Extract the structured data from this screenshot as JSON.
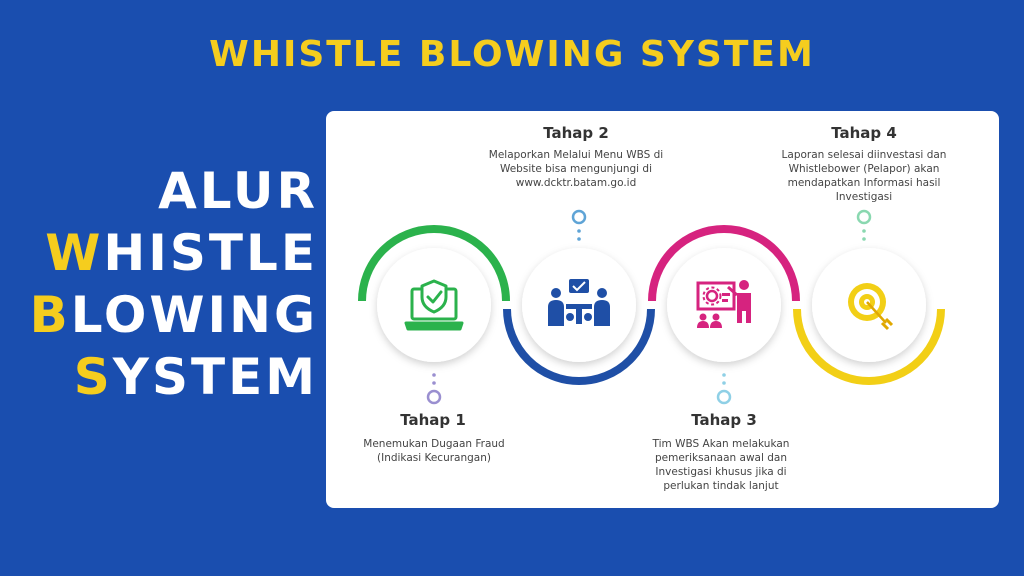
{
  "header": {
    "title": "WHISTLE BLOWING SYSTEM"
  },
  "side_title": {
    "lines": [
      {
        "first": "",
        "rest": "ALUR"
      },
      {
        "first": "W",
        "rest": "HISTLE"
      },
      {
        "first": "B",
        "rest": "LOWING"
      },
      {
        "first": "S",
        "rest": "YSTEM"
      }
    ]
  },
  "steps": [
    {
      "heading": "Tahap 1",
      "lines": [
        "Menemukan Dugaan Fraud",
        "(Indikasi Kecurangan)"
      ],
      "color": "#2bb24c",
      "icon": "laptop-shield-icon"
    },
    {
      "heading": "Tahap 2",
      "lines": [
        "Melaporkan Melalui Menu WBS di",
        "Website bisa mengunjungi di",
        "www.dcktr.batam.go.id"
      ],
      "color": "#1f4fa6",
      "icon": "meeting-icon"
    },
    {
      "heading": "Tahap 3",
      "lines": [
        "Tim WBS Akan melakukan",
        "pemeriksanaan awal dan",
        "Investigasi khusus jika di",
        "perlukan tindak lanjut"
      ],
      "color": "#d6237f",
      "icon": "presentation-icon"
    },
    {
      "heading": "Tahap 4",
      "lines": [
        "Laporan selesai diinvestasi dan",
        "Whistlebower (Pelapor) akan",
        "mendapatkan Informasi hasil",
        "Investigasi"
      ],
      "color": "#f2cf16",
      "icon": "target-icon"
    }
  ],
  "colors": {
    "background": "#1a4eaf",
    "accent": "#f5cd1e",
    "card": "#ffffff"
  }
}
